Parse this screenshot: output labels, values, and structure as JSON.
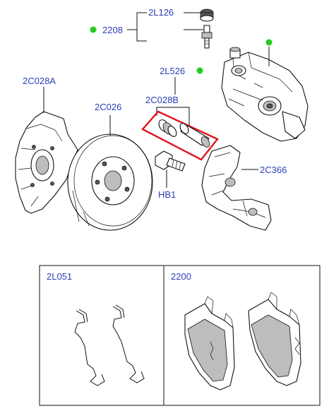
{
  "labels": {
    "l_2L126": "2L126",
    "l_2208": "2208",
    "l_2L526": "2L526",
    "l_2C028A": "2C028A",
    "l_2C028B": "2C028B",
    "l_2C026": "2C026",
    "l_2C366": "2C366",
    "l_HB1": "HB1",
    "l_2L051": "2L051",
    "l_2200": "2200"
  },
  "colors": {
    "label": "#2a3fb8",
    "dot": "#22cc22",
    "highlight": "#e0141e",
    "line": "#111111"
  }
}
